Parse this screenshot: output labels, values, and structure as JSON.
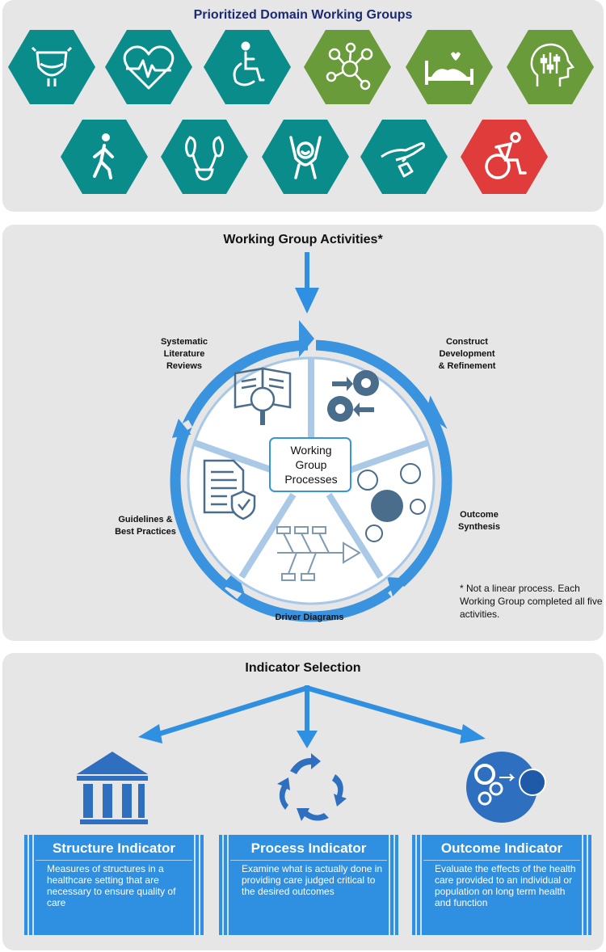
{
  "domain_groups": {
    "title": "Prioritized Domain Working Groups",
    "icons": [
      {
        "name": "bladder-icon",
        "color": "#0a8c8a"
      },
      {
        "name": "heart-rate-icon",
        "color": "#0a8c8a"
      },
      {
        "name": "wheelchair-icon",
        "color": "#0a8c8a"
      },
      {
        "name": "social-network-icon",
        "color": "#6a9b3a"
      },
      {
        "name": "bed-love-icon",
        "color": "#6a9b3a"
      },
      {
        "name": "mind-settings-icon",
        "color": "#6a9b3a"
      },
      {
        "name": "walking-person-icon",
        "color": "#0a8c8a"
      },
      {
        "name": "urinary-system-icon",
        "color": "#0a8c8a"
      },
      {
        "name": "happy-person-icon",
        "color": "#0a8c8a"
      },
      {
        "name": "hand-care-icon",
        "color": "#0a8c8a"
      },
      {
        "name": "active-wheelchair-icon",
        "color": "#e03c3c"
      }
    ]
  },
  "activities": {
    "title": "Working Group Activities*",
    "center_label": "Working\nGroup\nProcesses",
    "labels": {
      "systematic": "Systematic\nLiterature\nReviews",
      "construct": "Construct\nDevelopment\n& Refinement",
      "outcome": "Outcome\nSynthesis",
      "driver": "Driver Diagrams",
      "guidelines": "Guidelines &\nBest Practices"
    },
    "note": "* Not a linear process. Each Working Group completed all five activities."
  },
  "indicators": {
    "title": "Indicator Selection",
    "structure": {
      "title": "Structure Indicator",
      "text": "Measures of structures in a healthcare setting that are necessary to ensure quality of care"
    },
    "process": {
      "title": "Process Indicator",
      "text": "Examine what is actually done in providing care judged critical to the desired outcomes"
    },
    "outcome": {
      "title": "Outcome Indicator",
      "text": "Evaluate the effects of the health care provided to an individual or population on long term health and function"
    }
  },
  "colors": {
    "teal": "#0a8c8a",
    "green": "#6a9b3a",
    "red": "#e03c3c",
    "blue": "#2f8fe0"
  }
}
